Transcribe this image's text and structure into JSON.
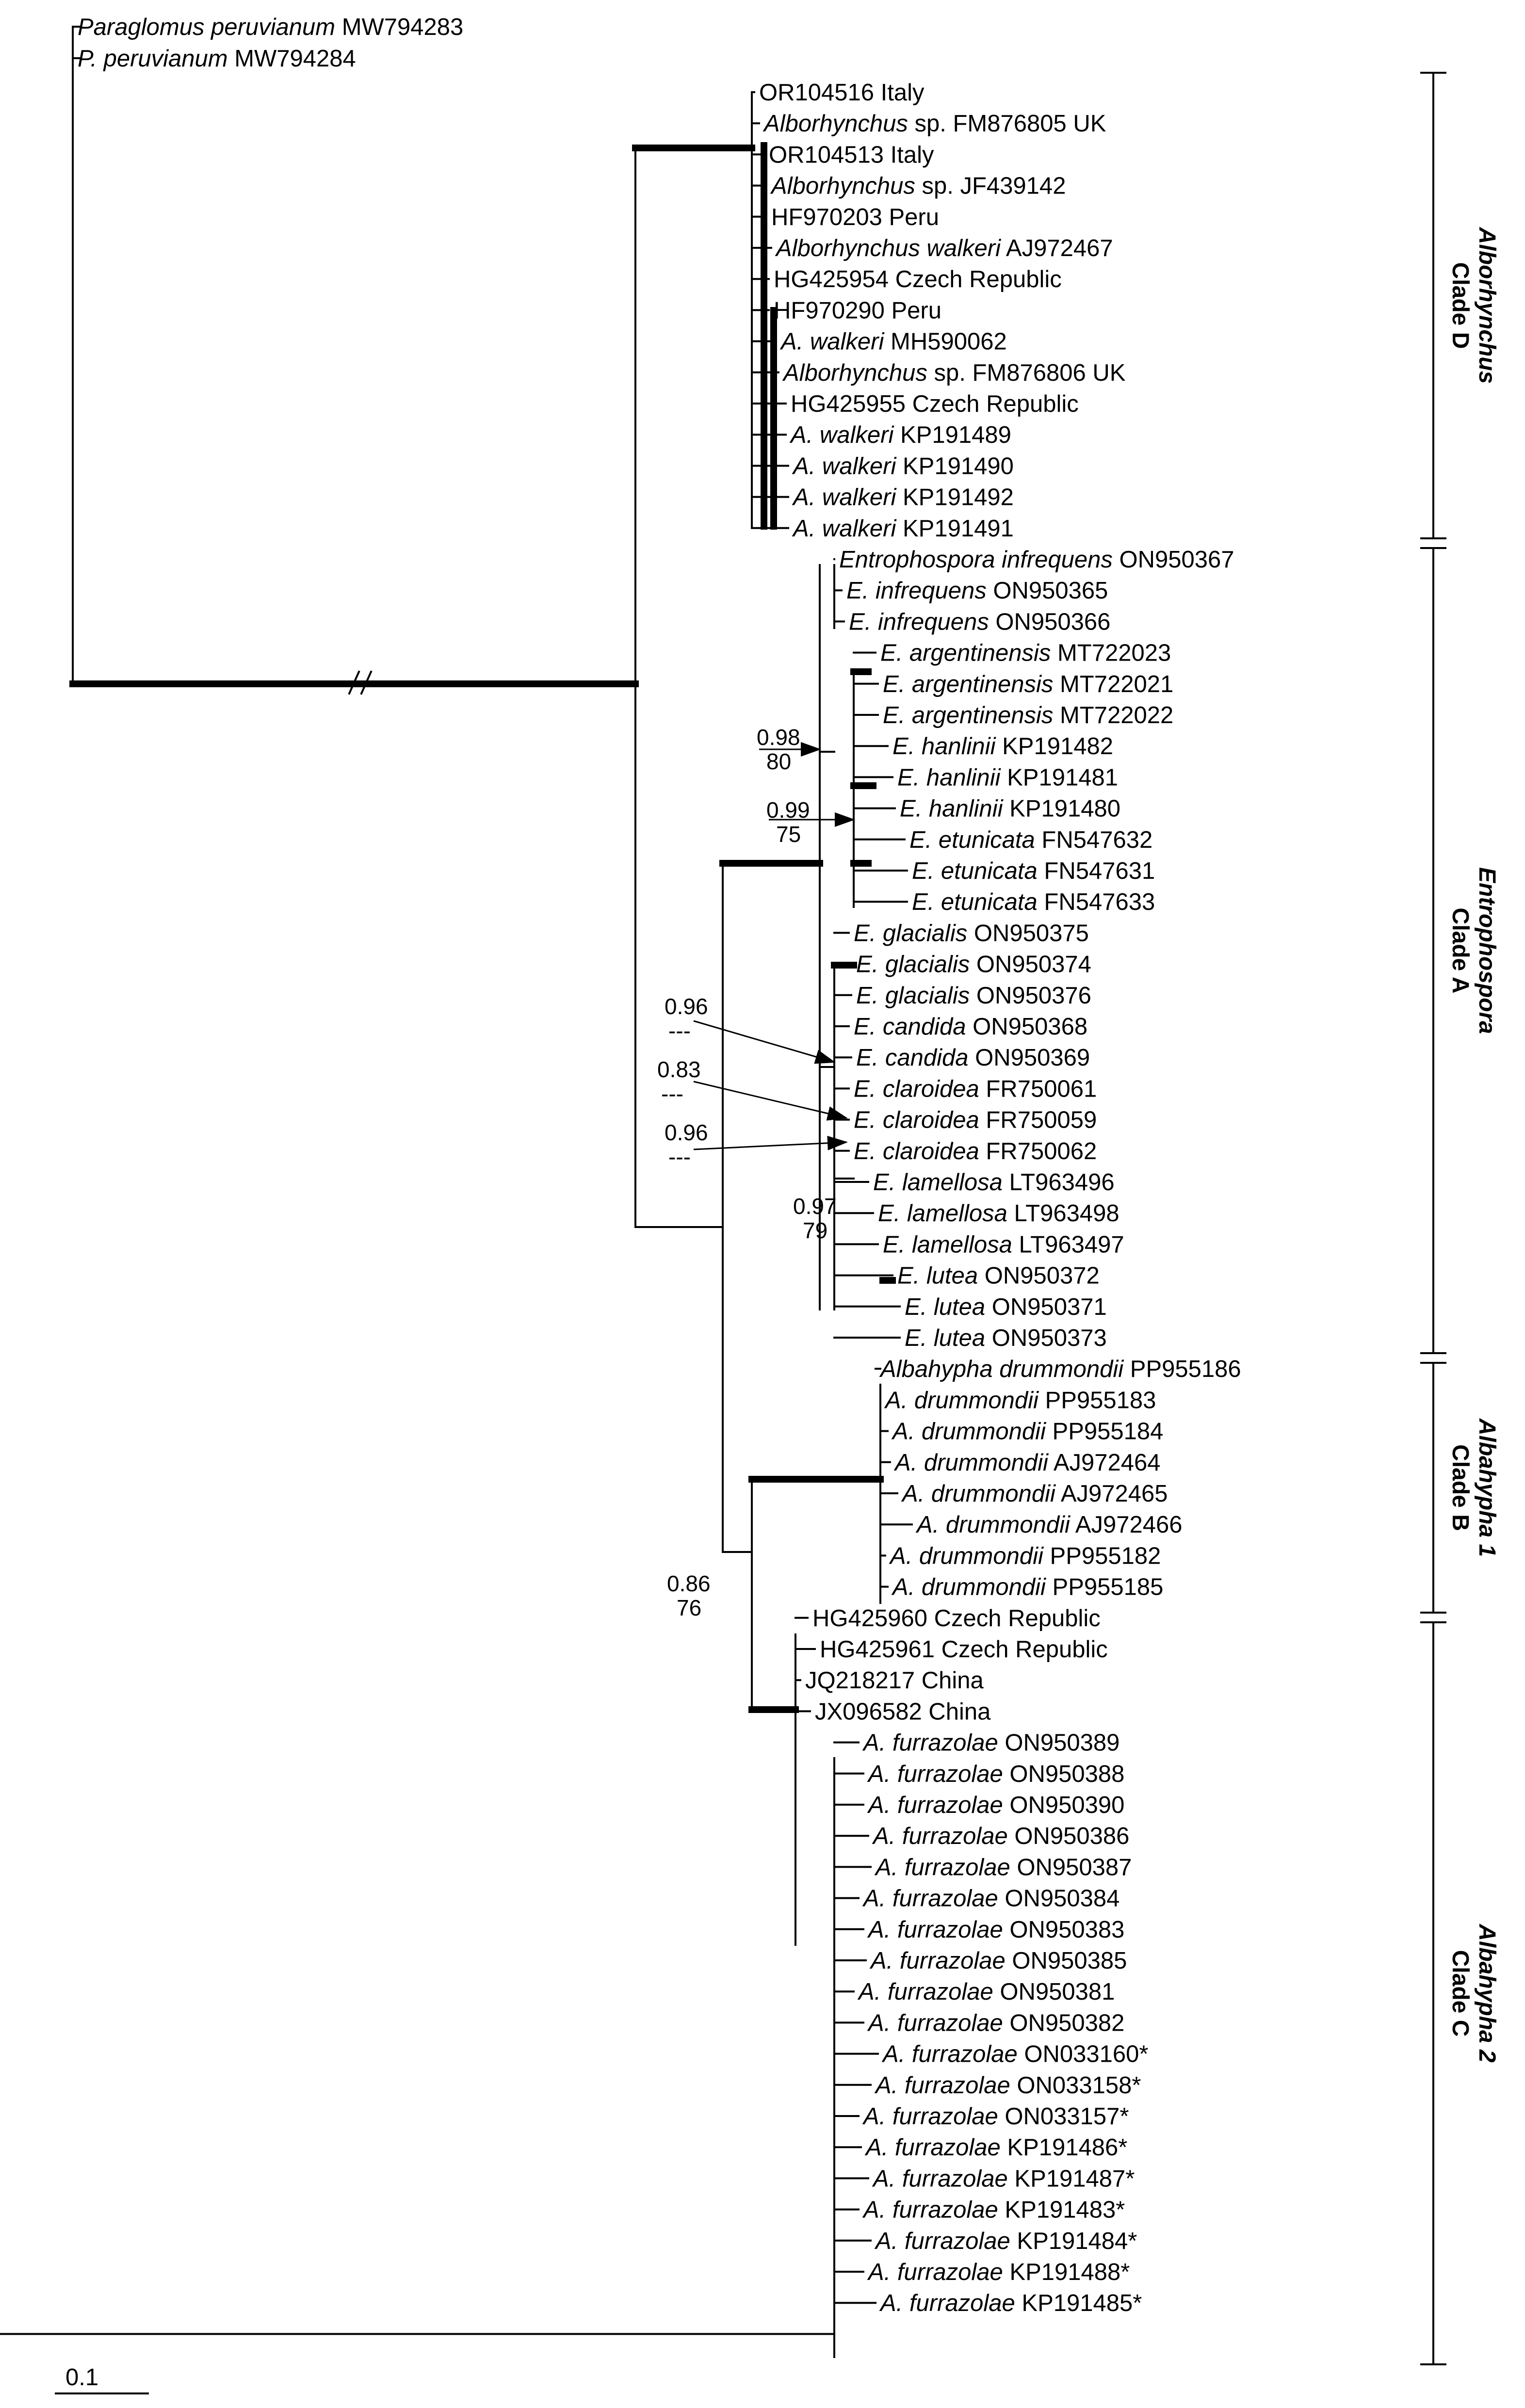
{
  "taxa": [
    {
      "it": "Paraglomus peruvianum",
      "t": " MW794283"
    },
    {
      "it": "P. peruvianum",
      "t": " MW794284"
    },
    {
      "it": "",
      "t": "OR104516 Italy"
    },
    {
      "it": "Alborhynchus",
      "t": " sp. FM876805 UK"
    },
    {
      "it": "",
      "t": "OR104513 Italy"
    },
    {
      "it": "Alborhynchus",
      "t": " sp. JF439142"
    },
    {
      "it": "",
      "t": "HF970203 Peru"
    },
    {
      "it": "Alborhynchus walkeri",
      "t": " AJ972467"
    },
    {
      "it": "",
      "t": "HG425954 Czech Republic"
    },
    {
      "it": "",
      "t": "HF970290  Peru"
    },
    {
      "it": "A. walkeri",
      "t": " MH590062"
    },
    {
      "it": "Alborhynchus",
      "t": " sp. FM876806 UK"
    },
    {
      "it": "",
      "t": "HG425955  Czech Republic"
    },
    {
      "it": "A. walkeri",
      "t": " KP191489"
    },
    {
      "it": "A. walkeri",
      "t": " KP191490"
    },
    {
      "it": "A. walkeri",
      "t": " KP191492"
    },
    {
      "it": "A. walkeri",
      "t": " KP191491"
    },
    {
      "it": "Entrophospora infrequens",
      "t": " ON950367"
    },
    {
      "it": "E. infrequens",
      "t": " ON950365"
    },
    {
      "it": "E. infrequens",
      "t": " ON950366"
    },
    {
      "it": "E. argentinensis",
      "t": " MT722023"
    },
    {
      "it": "E. argentinensis",
      "t": " MT722021"
    },
    {
      "it": "E. argentinensis",
      "t": " MT722022"
    },
    {
      "it": "E. hanlinii",
      "t": " KP191482"
    },
    {
      "it": "E. hanlinii",
      "t": " KP191481"
    },
    {
      "it": "E. hanlinii",
      "t": " KP191480"
    },
    {
      "it": "E. etunicata",
      "t": " FN547632"
    },
    {
      "it": "E. etunicata",
      "t": " FN547631"
    },
    {
      "it": "E. etunicata",
      "t": " FN547633"
    },
    {
      "it": "E. glacialis",
      "t": " ON950375"
    },
    {
      "it": "E. glacialis",
      "t": " ON950374"
    },
    {
      "it": "E. glacialis",
      "t": " ON950376"
    },
    {
      "it": "E. candida",
      "t": " ON950368"
    },
    {
      "it": "E. candida",
      "t": " ON950369"
    },
    {
      "it": "E. claroidea",
      "t": " FR750061"
    },
    {
      "it": "E. claroidea",
      "t": " FR750059"
    },
    {
      "it": "E. claroidea",
      "t": " FR750062"
    },
    {
      "it": "E. lamellosa",
      "t": " LT963496"
    },
    {
      "it": "E. lamellosa",
      "t": " LT963498"
    },
    {
      "it": "E. lamellosa",
      "t": " LT963497"
    },
    {
      "it": "E. lutea",
      "t": " ON950372"
    },
    {
      "it": "E. lutea",
      "t": " ON950371"
    },
    {
      "it": "E. lutea",
      "t": " ON950373"
    },
    {
      "it": "Albahypha drummondii",
      "t": " PP955186"
    },
    {
      "it": "A. drummondii",
      "t": " PP955183"
    },
    {
      "it": "A. drummondii",
      "t": " PP955184"
    },
    {
      "it": "A. drummondii",
      "t": " AJ972464"
    },
    {
      "it": "A. drummondii",
      "t": " AJ972465"
    },
    {
      "it": "A. drummondii",
      "t": " AJ972466"
    },
    {
      "it": "A. drummondii",
      "t": " PP955182"
    },
    {
      "it": "A. drummondii",
      "t": " PP955185"
    },
    {
      "it": "",
      "t": "HG425960  Czech Republic"
    },
    {
      "it": "",
      "t": "HG425961  Czech Republic"
    },
    {
      "it": "",
      "t": "JQ218217  China"
    },
    {
      "it": "",
      "t": "JX096582  China"
    },
    {
      "it": "A. furrazolae",
      "t": " ON950389"
    },
    {
      "it": "A. furrazolae",
      "t": " ON950388"
    },
    {
      "it": "A. furrazolae",
      "t": " ON950390"
    },
    {
      "it": "A. furrazolae",
      "t": " ON950386"
    },
    {
      "it": "A. furrazolae",
      "t": " ON950387"
    },
    {
      "it": "A. furrazolae",
      "t": " ON950384"
    },
    {
      "it": "A. furrazolae",
      "t": " ON950383"
    },
    {
      "it": "A. furrazolae",
      "t": " ON950385"
    },
    {
      "it": "A. furrazolae",
      "t": " ON950381"
    },
    {
      "it": "A. furrazolae",
      "t": " ON950382"
    },
    {
      "it": "A. furrazolae",
      "t": " ON033160*"
    },
    {
      "it": "A. furrazolae",
      "t": " ON033158*"
    },
    {
      "it": "A. furrazolae",
      "t": " ON033157*"
    },
    {
      "it": "A. furrazolae",
      "t": " KP191486*"
    },
    {
      "it": "A. furrazolae",
      "t": " KP191487*"
    },
    {
      "it": "A. furrazolae",
      "t": " KP191483*"
    },
    {
      "it": "A. furrazolae",
      "t": " KP191484*"
    },
    {
      "it": "A. furrazolae",
      "t": " KP191488*"
    },
    {
      "it": "A. furrazolae",
      "t": " KP191485*"
    }
  ],
  "support": [
    {
      "pp": "0.98",
      "bs": "80"
    },
    {
      "pp": "0.99",
      "bs": "75"
    },
    {
      "pp": "0.96",
      "bs": "---"
    },
    {
      "pp": "0.83",
      "bs": "---"
    },
    {
      "pp": "0.96",
      "bs": "---"
    },
    {
      "pp": "0.97",
      "bs": "79"
    },
    {
      "pp": "0.86",
      "bs": "76"
    }
  ],
  "clades": [
    {
      "line1": "Clade D",
      "line2": "Alborhynchus"
    },
    {
      "line1": "Clade A",
      "line2": "Entrophospora"
    },
    {
      "line1": "Clade B",
      "line2": "Albahypha 1"
    },
    {
      "line1": "Clade C",
      "line2": "Albahypha 2"
    }
  ],
  "scale_bar": {
    "label": "0.1"
  }
}
